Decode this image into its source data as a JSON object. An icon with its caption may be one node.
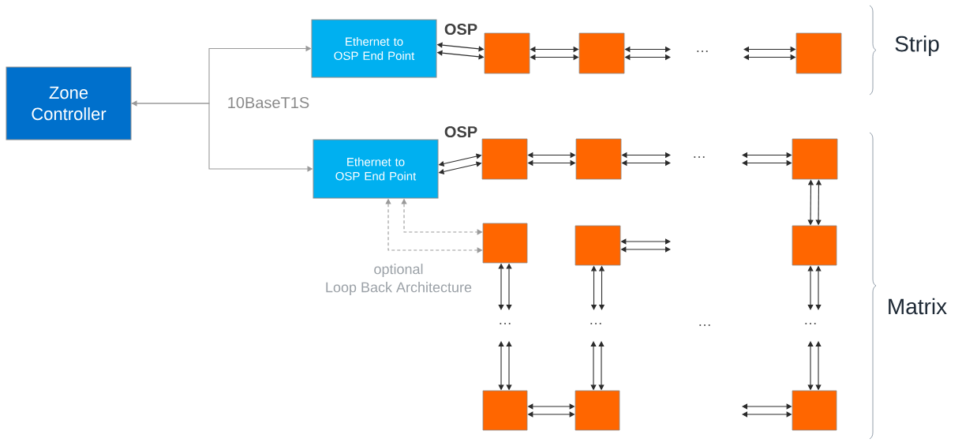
{
  "diagram": {
    "nodes": [
      {
        "text": [
          "Zone Controller"
        ]
      },
      {
        "text": [
          "Ethernet to OSP End Point"
        ]
      },
      {
        "text": [
          "Ethernet to OSP End Point"
        ]
      },
      {
        "text": [],
        "shape": "box"
      },
      {
        "text": [],
        "shape": "box"
      },
      {
        "text": [],
        "shape": "box"
      },
      {
        "text": [],
        "shape": "box"
      },
      {
        "text": [],
        "shape": "box"
      },
      {
        "text": [],
        "shape": "box"
      },
      {
        "text": [],
        "shape": "box"
      },
      {
        "text": [],
        "shape": "box"
      },
      {
        "text": [],
        "shape": "box"
      },
      {
        "text": [],
        "shape": "box"
      },
      {
        "text": [],
        "shape": "box"
      },
      {
        "text": [],
        "shape": "box"
      }
    ],
    "edges": [
      {
        "from": 0,
        "to": 1,
        "arrow": "both",
        "color": "#999999"
      },
      {
        "from": 0,
        "to": 2,
        "arrow": "to",
        "color": "#999999"
      },
      {
        "from": 1,
        "to": 3,
        "arrow": "both"
      },
      {
        "from": 1,
        "to": 3,
        "arrow": "both"
      },
      {
        "from": 3,
        "to": 4,
        "arrow": "both"
      },
      {
        "from": 3,
        "to": 4,
        "arrow": "both"
      },
      {
        "from": 4,
        "to": null,
        "arrow": "both"
      },
      {
        "from": 4,
        "to": null,
        "arrow": "both"
      },
      {
        "from": null,
        "to": 5,
        "arrow": "both"
      },
      {
        "from": null,
        "to": 5,
        "arrow": "both"
      },
      {
        "from": 2,
        "to": 6,
        "arrow": "both"
      },
      {
        "from": 2,
        "to": 6,
        "arrow": "both"
      },
      {
        "from": 6,
        "to": 7,
        "arrow": "both"
      },
      {
        "from": 6,
        "to": 7,
        "arrow": "both"
      },
      {
        "from": 7,
        "to": null,
        "arrow": "both"
      },
      {
        "from": 7,
        "to": null,
        "arrow": "both"
      },
      {
        "from": null,
        "to": 8,
        "arrow": "both"
      },
      {
        "from": null,
        "to": 8,
        "arrow": "both"
      },
      {
        "from": 8,
        "to": 11,
        "arrow": "both"
      },
      {
        "from": 8,
        "to": 11,
        "arrow": "both"
      },
      {
        "from": 2,
        "to": 9,
        "arrow": "both",
        "style": "dashed",
        "color": "#999999"
      },
      {
        "from": 2,
        "to": 9,
        "arrow": "both",
        "style": "dashed",
        "color": "#999999"
      },
      {
        "from": 9,
        "to": null,
        "arrow": "both"
      },
      {
        "from": 9,
        "to": null,
        "arrow": "both"
      },
      {
        "from": null,
        "to": 12,
        "arrow": "both"
      },
      {
        "from": null,
        "to": 12,
        "arrow": "both"
      },
      {
        "from": 10,
        "to": null,
        "arrow": "both"
      },
      {
        "from": 10,
        "to": null,
        "arrow": "both"
      },
      {
        "from": null,
        "to": 13,
        "arrow": "both"
      },
      {
        "from": null,
        "to": 13,
        "arrow": "both"
      },
      {
        "from": 11,
        "to": null,
        "arrow": "both"
      },
      {
        "from": 11,
        "to": null,
        "arrow": "both"
      },
      {
        "from": null,
        "to": 14,
        "arrow": "both"
      },
      {
        "from": null,
        "to": 14,
        "arrow": "both"
      },
      {
        "from": 10,
        "to": null,
        "arrow": "both"
      },
      {
        "from": 10,
        "to": null,
        "arrow": "both"
      },
      {
        "from": null,
        "to": 14,
        "arrow": "both"
      },
      {
        "from": null,
        "to": 14,
        "arrow": "both"
      },
      {
        "from": 12,
        "to": 13,
        "arrow": "both"
      },
      {
        "from": 12,
        "to": 13,
        "arrow": "both"
      }
    ],
    "labels": [
      "OSP",
      "Strip",
      "…",
      "10BaseT1S",
      "OSP",
      "…",
      "optional Loop Back Architecture",
      "Matrix",
      "…",
      "…",
      "…",
      "…"
    ]
  }
}
